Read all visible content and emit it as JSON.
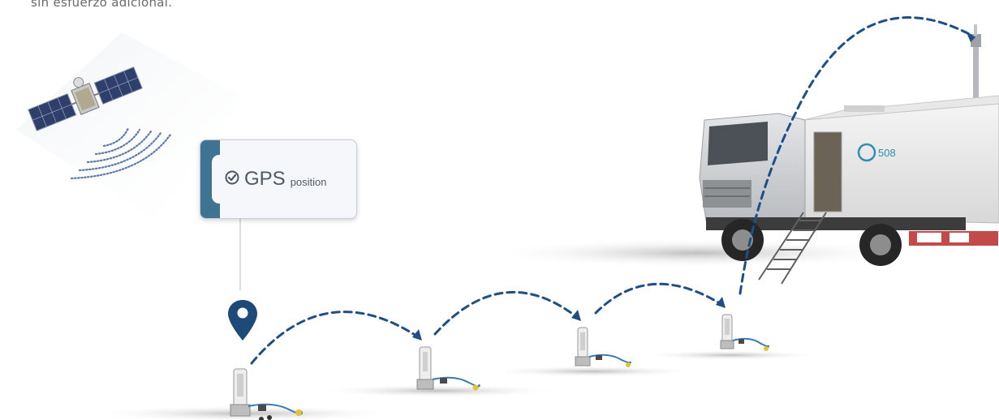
{
  "caption": "sin esfuerzo adicional.",
  "gps_card": {
    "title": "GPS",
    "subtitle": "position"
  },
  "icons": {
    "satellite": "satellite-icon",
    "signal": "signal-waves-icon",
    "check": "check-circle-icon",
    "pin": "location-pin-icon",
    "truck": "recording-truck",
    "antenna": "antenna-mast",
    "nodes": "seismic-node-devices"
  },
  "truck": {
    "logo": "508"
  },
  "colors": {
    "accent": "#1b4f86",
    "card_band": "#3e7391",
    "pin": "#1d4a78"
  }
}
